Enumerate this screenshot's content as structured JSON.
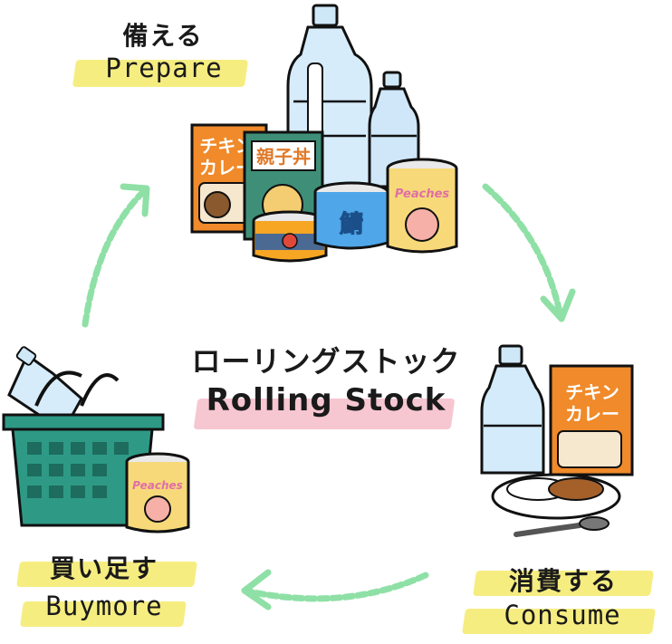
{
  "center": {
    "title_ja": "ローリングストック",
    "title_en": "Rolling Stock"
  },
  "steps": {
    "prepare": {
      "ja": "備える",
      "en": "Prepare"
    },
    "consume": {
      "ja": "消費する",
      "en": "Consume"
    },
    "buymore": {
      "ja": "買い足す",
      "en": "Buymore"
    }
  },
  "package_labels": {
    "curry_ja": "チキンカレー",
    "curry_line1": "チキン",
    "curry_line2": "カレー",
    "oyakodon": "親子丼",
    "saba": "鯖",
    "peaches": "Peaches"
  },
  "colors": {
    "arrow": "#8fe0a6",
    "highlight_yellow": "#f6ec7a",
    "highlight_pink": "#f6c3cf",
    "basket": "#2e9a86",
    "curry_box": "#f08a2a",
    "peach_can": "#f7d97a"
  }
}
